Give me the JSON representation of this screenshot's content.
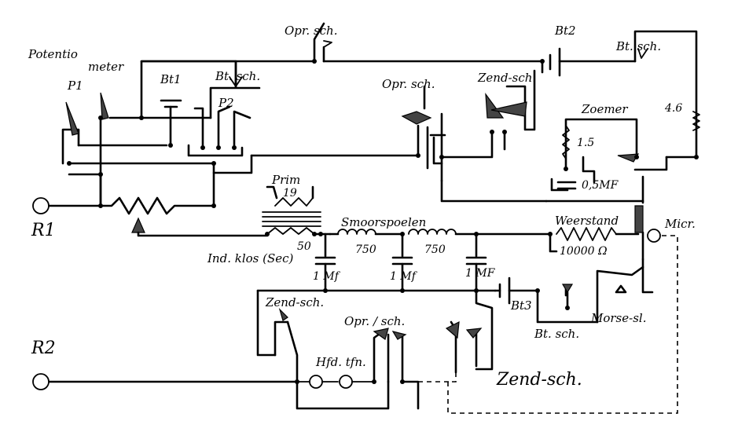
{
  "labels": {
    "potentiometer_1": "Potentio",
    "potentiometer_2": "meter",
    "p1": "P1",
    "p2": "P2",
    "bt1": "Bt1",
    "bt_sch_top": "Bt. sch.",
    "opr_sch_top": "Opr. sch.",
    "bt2": "Bt2",
    "bt_sch_right": "Bt. sch.",
    "opr_sch_mid": "Opr. sch.",
    "zend_sch_top": "Zend-sch.",
    "zoemer": "Zoemer",
    "zoemer_val": "4.6",
    "val_1_5": "1.5",
    "val_05mf": "0,5MF",
    "prim": "Prim",
    "prim_val": "19",
    "smoorspoelen": "Smoorspoelen",
    "weerstand": "Weerstand",
    "micr": "Micr.",
    "r1": "R1",
    "r2": "R2",
    "sec_val": "50",
    "ind_klos": "Ind. klos (Sec)",
    "coil_750_a": "750",
    "coil_750_b": "750",
    "weerstand_val": "10000 Ω",
    "cap_1": "1 Mf",
    "cap_2": "1 Mf",
    "cap_3": "1 MF",
    "bt3": "Bt3",
    "morse_sl": "Morse-sl.",
    "bt_sch_bottom": "Bt. sch.",
    "zend_sch_left": "Zend-sch.",
    "opr_sch_bottom": "Opr. / sch.",
    "hfd_tfn": "Hfd. tfn.",
    "zend_sch_bottom": "Zend-sch."
  }
}
